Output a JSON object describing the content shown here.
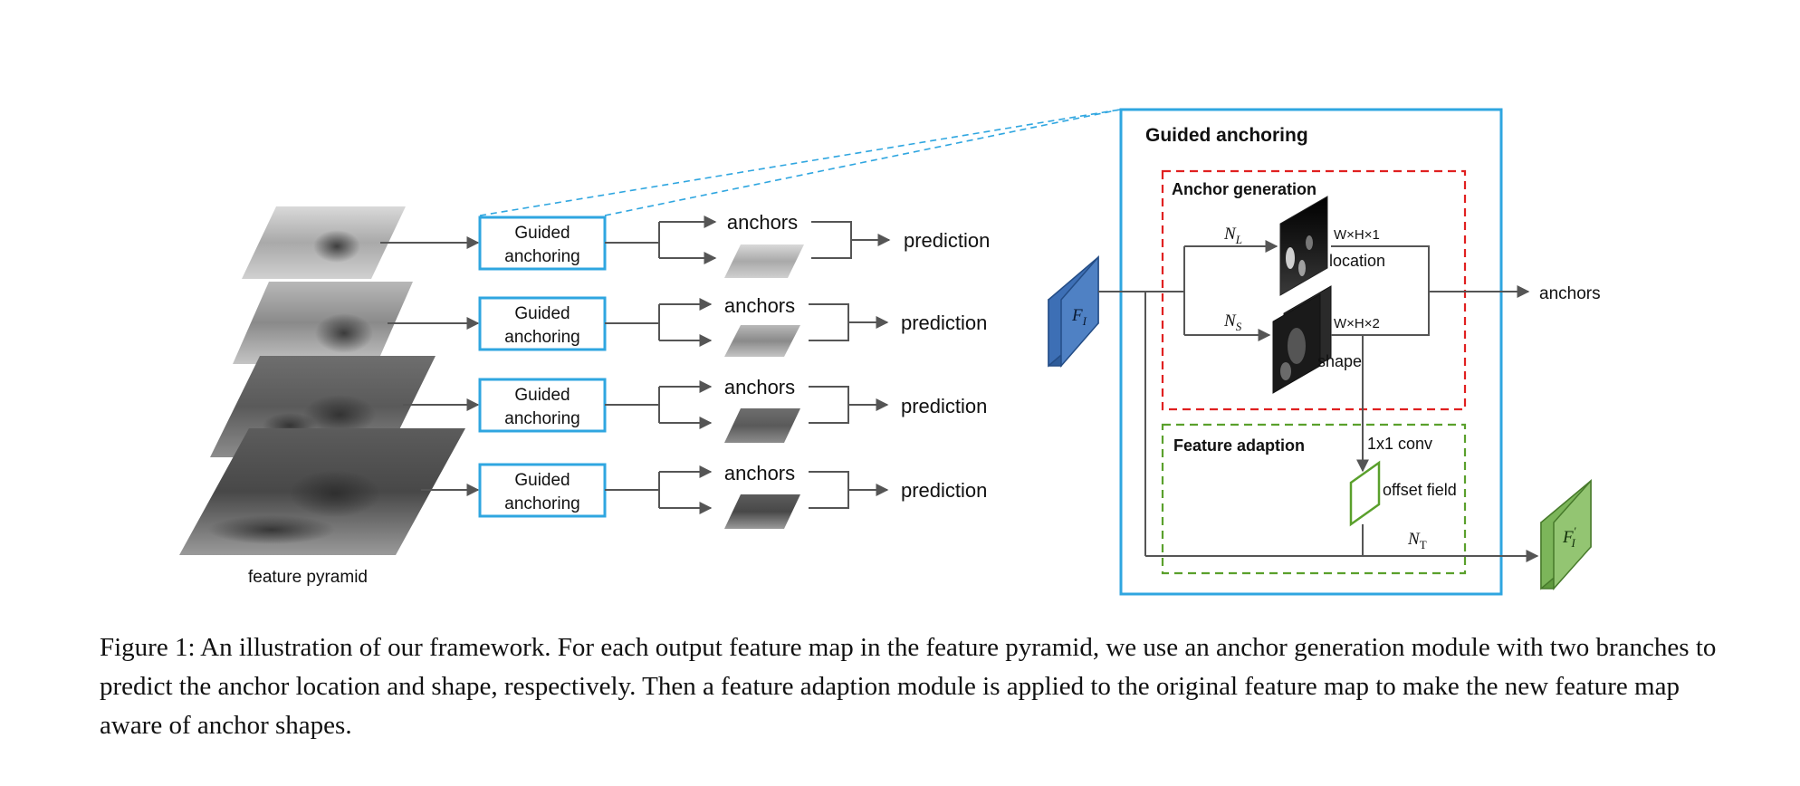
{
  "pyramid": {
    "label": "feature pyramid"
  },
  "rows": [
    {
      "module_line1": "Guided",
      "module_line2": "anchoring",
      "anchors": "anchors",
      "prediction": "prediction"
    },
    {
      "module_line1": "Guided",
      "module_line2": "anchoring",
      "anchors": "anchors",
      "prediction": "prediction"
    },
    {
      "module_line1": "Guided",
      "module_line2": "anchoring",
      "anchors": "anchors",
      "prediction": "prediction"
    },
    {
      "module_line1": "Guided",
      "module_line2": "anchoring",
      "anchors": "anchors",
      "prediction": "prediction"
    }
  ],
  "detail": {
    "title": "Guided anchoring",
    "input_label": "F",
    "input_sub": "I",
    "anchor_generation": {
      "title": "Anchor generation",
      "loc_branch": "N",
      "loc_branch_sub": "L",
      "shape_branch": "N",
      "shape_branch_sub": "S",
      "loc_dims": "W×H×1",
      "loc_label": "location",
      "shape_dims": "W×H×2",
      "shape_label": "shape"
    },
    "output_anchors": "anchors",
    "feature_adaption": {
      "title": "Feature adaption",
      "conv_label": "1x1 conv",
      "offset_label": "offset field",
      "transform": "N",
      "transform_sub": "T"
    },
    "output_label": "F",
    "output_sup": "′",
    "output_sub": "I"
  },
  "colors": {
    "module_border": "#2fa6e0",
    "anchor_gen_border": "#e02020",
    "feature_adapt_border": "#5aa02c",
    "input_block": "#3d6fb5",
    "output_block": "#7cb55a",
    "arrow": "#555555"
  },
  "caption": "Figure 1: An illustration of our framework. For each output feature map in the feature pyramid, we use an anchor generation module with two branches to predict the anchor location and shape, respectively. Then a feature adaption module is applied to the original feature map to make the new feature map aware of anchor shapes."
}
